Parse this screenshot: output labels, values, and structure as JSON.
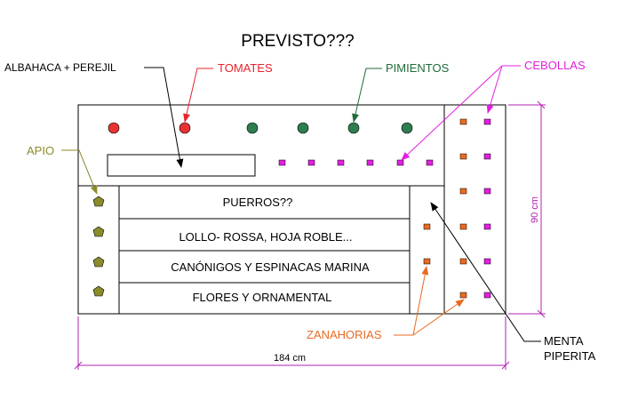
{
  "title": "PREVISTO???",
  "labels": {
    "albahaca": "ALBAHACA + PEREJIL",
    "tomates": "TOMATES",
    "pimientos": "PIMIENTOS",
    "cebollas": "CEBOLLAS",
    "apio": "APIO",
    "zanahorias": "ZANAHORIAS",
    "menta_line1": "MENTA",
    "menta_line2": "PIPERITA"
  },
  "rows": [
    "PUERROS??",
    "LOLLO- ROSSA, HOJA ROBLE...",
    "CANÓNIGOS Y ESPINACAS MARINA",
    "FLORES Y ORNAMENTAL"
  ],
  "dimensions": {
    "width": "184 cm",
    "height": "90 cm"
  },
  "colors": {
    "tomate": "#e83232",
    "tomate_label": "#e8232b",
    "pimiento": "#2e7d4f",
    "pimiento_label": "#1f6b3a",
    "cebolla": "#e020e0",
    "apio": "#8b8b2c",
    "zanahoria": "#e86a20",
    "dimension": "#b020b0",
    "line": "#000000"
  }
}
